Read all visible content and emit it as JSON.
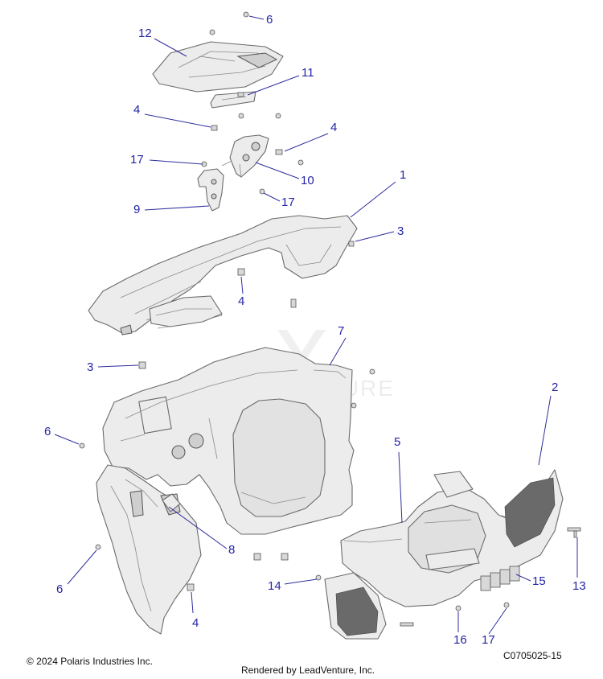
{
  "diagram": {
    "callouts": [
      {
        "label": "1"
      },
      {
        "label": "2"
      },
      {
        "label": "3"
      },
      {
        "label": "3"
      },
      {
        "label": "4"
      },
      {
        "label": "4"
      },
      {
        "label": "4"
      },
      {
        "label": "4"
      },
      {
        "label": "5"
      },
      {
        "label": "6"
      },
      {
        "label": "6"
      },
      {
        "label": "6"
      },
      {
        "label": "7"
      },
      {
        "label": "8"
      },
      {
        "label": "9"
      },
      {
        "label": "10"
      },
      {
        "label": "11"
      },
      {
        "label": "12"
      },
      {
        "label": "13"
      },
      {
        "label": "14"
      },
      {
        "label": "15"
      },
      {
        "label": "16"
      },
      {
        "label": "17"
      },
      {
        "label": "17"
      },
      {
        "label": "17"
      }
    ],
    "watermark": "LEADVENTURE"
  },
  "footer": {
    "copyright": "© 2024 Polaris Industries Inc.",
    "drawing_id": "C0705025-15",
    "rendered_by": "Rendered by LeadVenture, Inc."
  }
}
